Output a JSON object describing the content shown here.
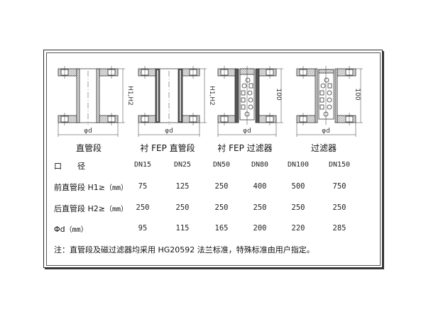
{
  "figures": [
    {
      "caption": "直管段",
      "dim_label": "H1,H2",
      "diameter_label": "φd",
      "type": "straight-pipe"
    },
    {
      "caption": "衬 FEP 直管段",
      "dim_label": "H1,H2",
      "diameter_label": "φd",
      "type": "fep-lined-straight-pipe"
    },
    {
      "caption": "衬 FEP 过滤器",
      "dim_label": "100",
      "diameter_label": "φd",
      "type": "fep-lined-filter"
    },
    {
      "caption": "过滤器",
      "dim_label": "100",
      "diameter_label": "φd",
      "type": "filter"
    }
  ],
  "table": {
    "header": {
      "label": "口　　径",
      "values": [
        "DN15",
        "DN25",
        "DN50",
        "DN80",
        "DN100",
        "DN150"
      ]
    },
    "rows": [
      {
        "label": "前直管段 H1≥",
        "unit": "（mm）",
        "values": [
          "75",
          "125",
          "250",
          "400",
          "500",
          "750"
        ]
      },
      {
        "label": "后直管段 H2≥",
        "unit": "（mm）",
        "values": [
          "250",
          "250",
          "250",
          "250",
          "250",
          "250"
        ]
      },
      {
        "label": "Φd",
        "unit": "（mm）",
        "values": [
          "95",
          "115",
          "165",
          "200",
          "220",
          "285"
        ]
      }
    ]
  },
  "note": "注：直管段及磁过滤器均采用 HG20592 法兰标准，特殊标准由用户指定。",
  "colors": {
    "line": "#333333",
    "hatch": "#bdbdbd",
    "frame": "#2a2a2a"
  }
}
